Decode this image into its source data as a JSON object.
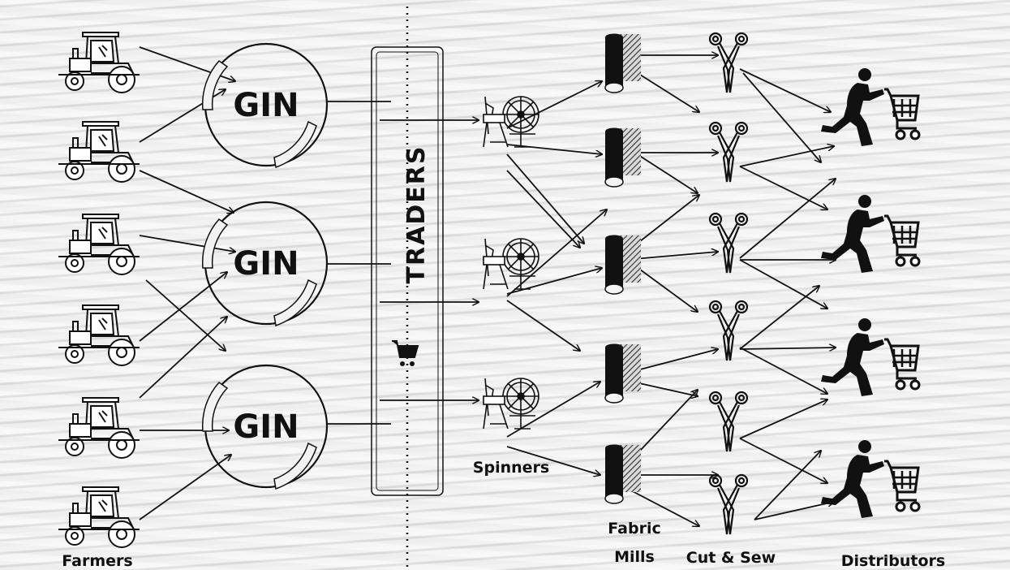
{
  "labels": {
    "farmers": "Farmers",
    "gin": "GIN",
    "traders": "TRADERS",
    "spinners": "Spinners",
    "fabric_mills_line1": "Fabric",
    "fabric_mills_line2": "Mills",
    "cut_sew": "Cut & Sew",
    "distributors": "Distributors"
  },
  "icons": {
    "farmer": "tractor-icon",
    "gin": "gin-circle",
    "trader": "shopping-cart-icon",
    "spinner": "spinning-wheel-icon",
    "mill": "fabric-roll-icon",
    "cutsew": "scissors-icon",
    "distributor": "shopper-with-cart-icon"
  },
  "colors": {
    "ink": "#111111",
    "background": "#e6e6e6"
  }
}
